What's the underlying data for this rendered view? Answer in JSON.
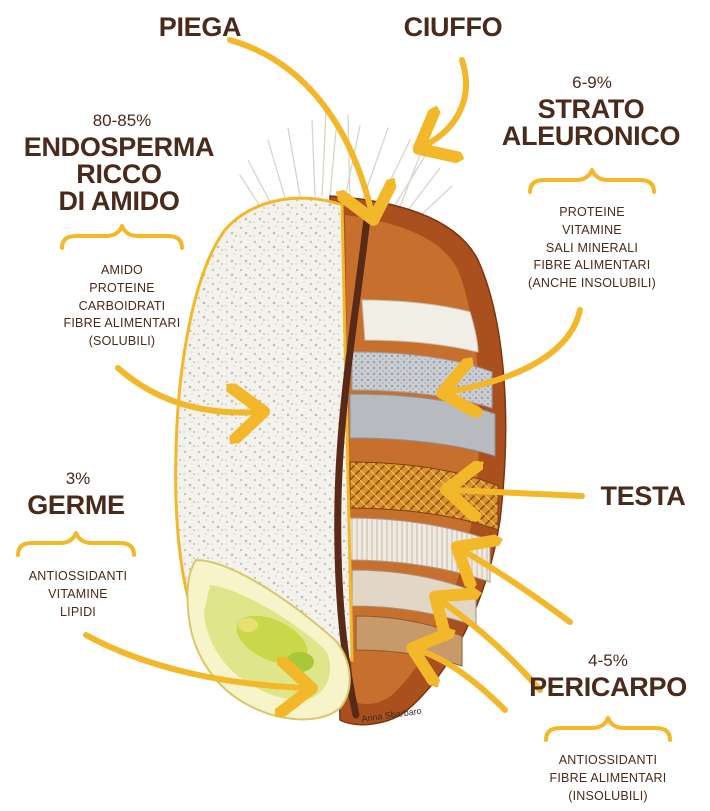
{
  "colors": {
    "arrow": "#f3b72a",
    "text": "#4a2a1a",
    "brown": "#a9501e"
  },
  "labels": {
    "piega": "PIEGA",
    "ciuffo": "CIUFFO",
    "endosperma": {
      "percent": "80-85%",
      "name_lines": [
        "ENDOSPERMA",
        "RICCO",
        "DI AMIDO"
      ],
      "items": [
        "AMIDO",
        "PROTEINE",
        "CARBOIDRATI",
        "FIBRE ALIMENTARI",
        "(SOLUBILI)"
      ]
    },
    "aleuronico": {
      "percent": "6-9%",
      "name_lines": [
        "STRATO",
        "ALEURONICO"
      ],
      "items": [
        "PROTEINE",
        "VITAMINE",
        "SALI MINERALI",
        "FIBRE ALIMENTARI",
        "(ANCHE INSOLUBILI)"
      ]
    },
    "germe": {
      "percent": "3%",
      "name_lines": [
        "GERME"
      ],
      "items": [
        "ANTIOSSIDANTI",
        "VITAMINE",
        "LIPIDI"
      ]
    },
    "testa": "TESTA",
    "pericarpo": {
      "percent": "4-5%",
      "name_lines": [
        "PERICARPO"
      ],
      "items": [
        "ANTIOSSIDANTI",
        "FIBRE ALIMENTARI",
        "(INSOLUBILI)"
      ]
    }
  }
}
